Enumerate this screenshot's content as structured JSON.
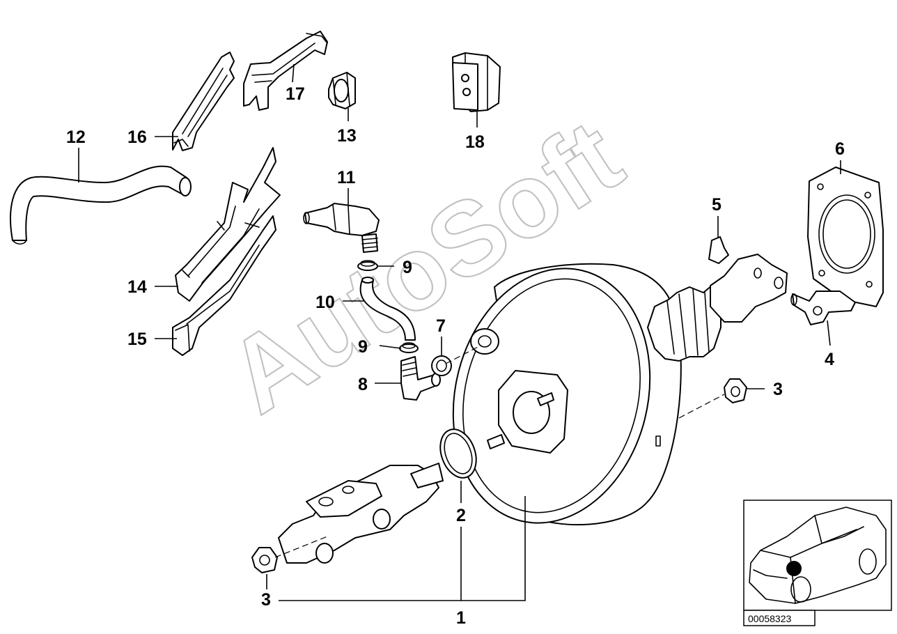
{
  "diagram": {
    "watermark": "AutoSoft",
    "reference_number": "00058323",
    "part_labels": {
      "p1": "1",
      "p2": "2",
      "p3a": "3",
      "p3b": "3",
      "p4": "4",
      "p5": "5",
      "p6": "6",
      "p7": "7",
      "p8": "8",
      "p9a": "9",
      "p9b": "9",
      "p10": "10",
      "p11": "11",
      "p12": "12",
      "p13": "13",
      "p14": "14",
      "p15": "15",
      "p16": "16",
      "p17": "17",
      "p18": "18"
    },
    "icons": {
      "locator": "car-location-icon",
      "watermark": "watermark-text"
    }
  }
}
